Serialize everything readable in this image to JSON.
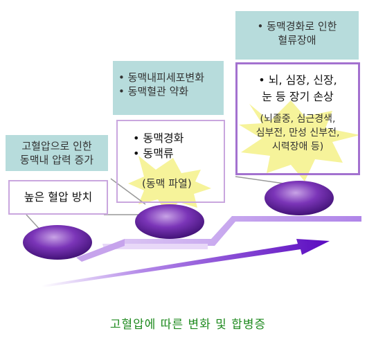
{
  "stage1": {
    "cause": [
      "고혈압으로 인한",
      "동맥내 압력 증가"
    ],
    "state": "높은 혈압 방치"
  },
  "stage2": {
    "cause": [
      "• 동맥내피세포변화",
      "• 동맥혈관 약화"
    ],
    "items": [
      "• 동맥경화",
      "• 동맥류"
    ],
    "note": "(동맥 파열)"
  },
  "stage3": {
    "cause": [
      "• 동맥경화로 인한",
      "혈류장애"
    ],
    "items": [
      "• 뇌, 심장, 신장,",
      "눈 등 장기 손상"
    ],
    "complications": [
      "(뇌졸중, 심근경색,",
      "심부전, 만성 신부전,",
      "시력장애 등)"
    ]
  },
  "caption": "고혈압에 따른 변화 및 합병증",
  "colors": {
    "teal": "#b7dcdc",
    "purple": "#7a1fd0",
    "border": "#c9a6de",
    "star": "#f6f39a",
    "caption": "#1f8a1f"
  }
}
